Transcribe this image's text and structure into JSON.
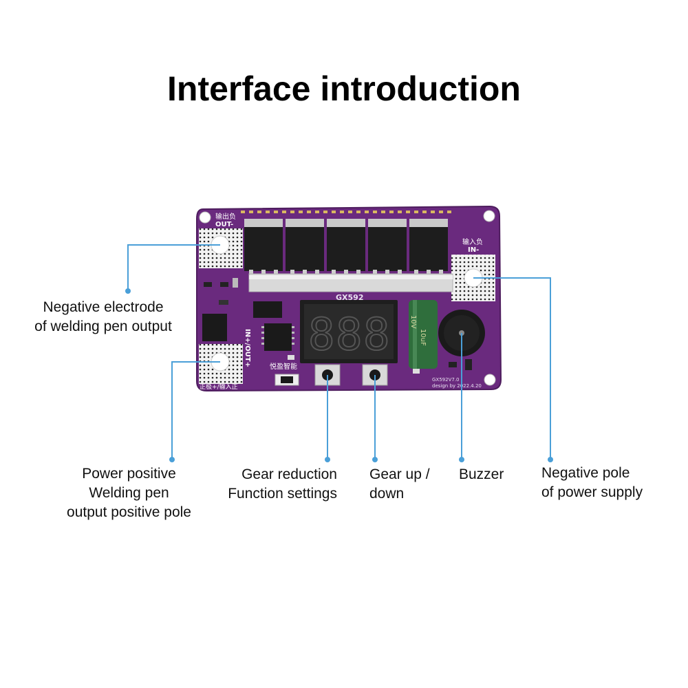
{
  "title": "Interface introduction",
  "board": {
    "silk_out": "输出负",
    "silk_out_en": "OUT-",
    "silk_in": "输入负",
    "silk_in_en": "IN-",
    "model": "GX592",
    "silk_inout": "IN+/OUT+",
    "silk_pos": "正极+/输入正",
    "brand": "悦盈智能",
    "cap_text": "10V",
    "cap_text2": "10uF",
    "version": "GX592V7.0",
    "design": "design by 2022.4.20",
    "display_digits": [
      "8",
      "8",
      "8"
    ]
  },
  "labels": {
    "neg_electrode": [
      "Negative electrode",
      "of welding pen output"
    ],
    "power_positive": [
      "Power positive",
      "Welding pen",
      "output positive pole"
    ],
    "gear_reduction": [
      "Gear reduction",
      "Function settings"
    ],
    "gear_updown": [
      "Gear up /",
      "down"
    ],
    "buzzer": [
      "Buzzer"
    ],
    "neg_power": [
      "Negative pole",
      "of power supply"
    ]
  },
  "colors": {
    "pcb": "#6a2a7e",
    "pcb_dark": "#4e1d5e",
    "callout": "#4a9fd8",
    "capacitor": "#2f6e3c",
    "display_digit": "#3c3c3c"
  }
}
